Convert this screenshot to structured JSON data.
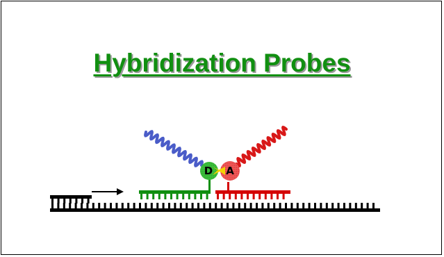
{
  "slide": {
    "title": "Hybridization Probes",
    "title_color": "#118f11"
  },
  "diagram": {
    "donor_label": "D",
    "acceptor_label": "A",
    "colors": {
      "template": "#000000",
      "primer": "#000000",
      "probe_donor": "#0f8f0f",
      "probe_acceptor": "#d40000",
      "donor_tail": "#4a5cc8",
      "acceptor_tail": "#d81818",
      "donor_dye": "#3cbf3c",
      "acceptor_dye": "#f05a5a",
      "energy_transfer": "#f2d400"
    },
    "icons": {
      "primer_extension": "arrow-right-icon",
      "energy_transfer": "energy-transfer-icon"
    }
  }
}
